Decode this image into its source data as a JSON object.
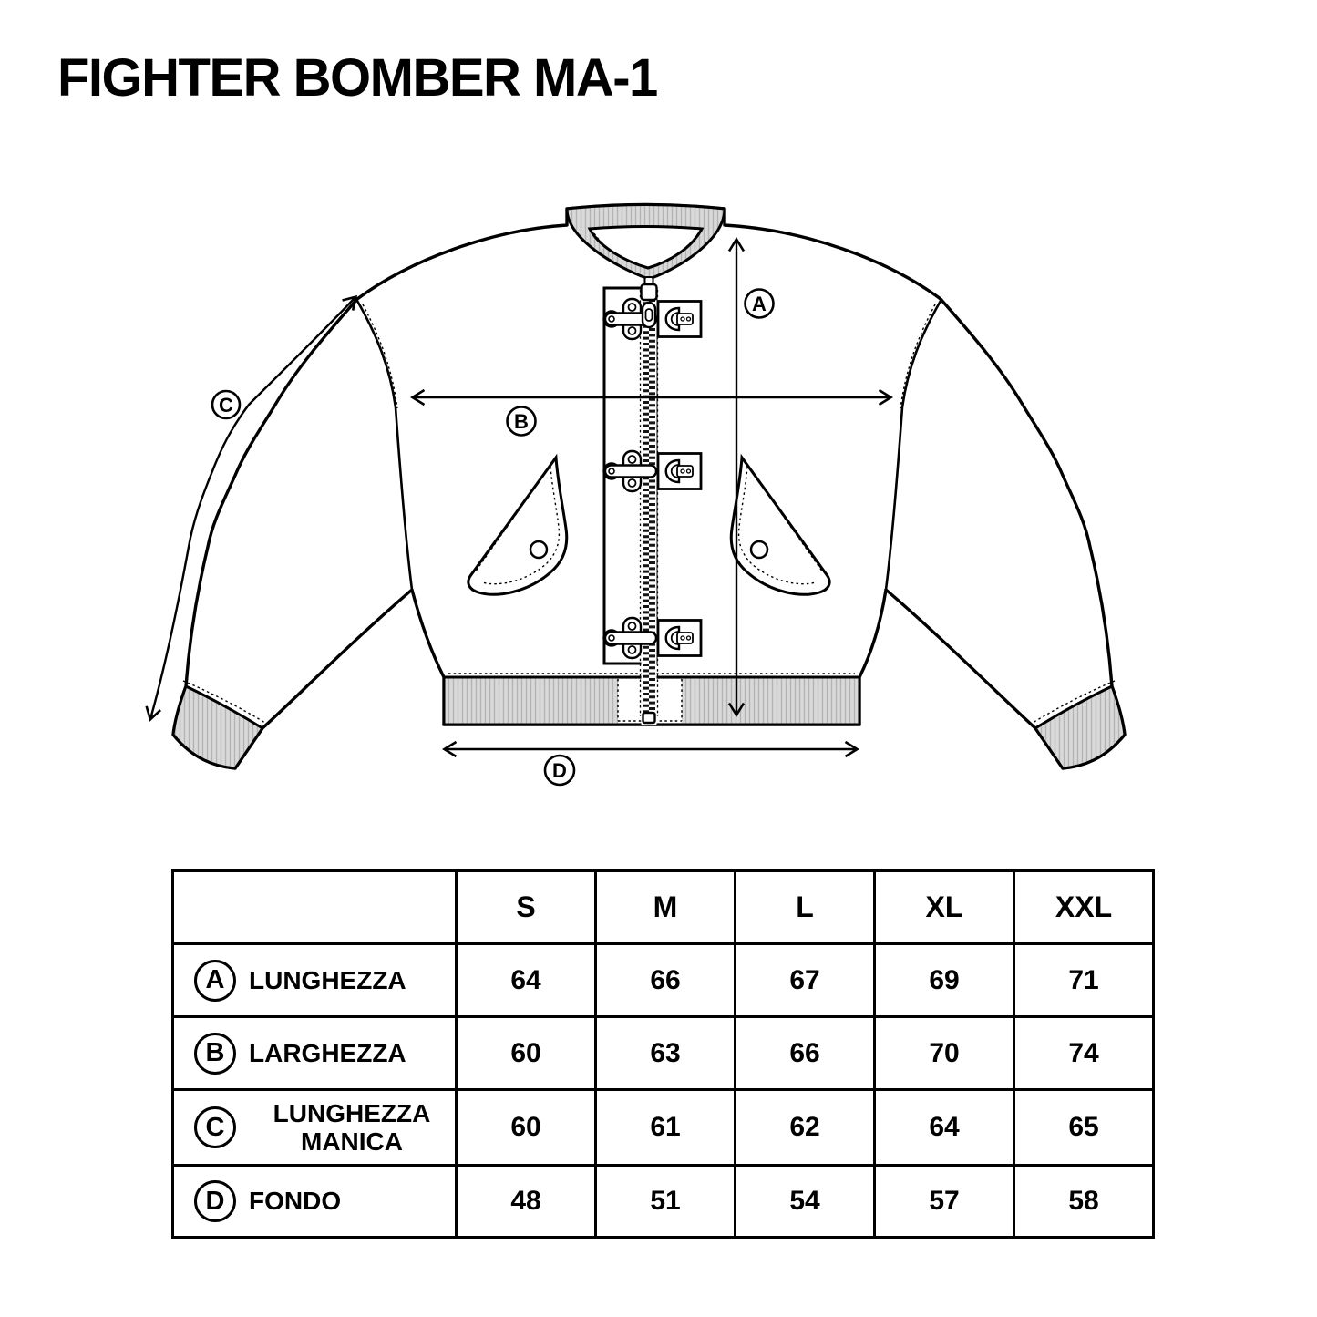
{
  "title": "FIGHTER BOMBER MA-1",
  "diagram": {
    "markers": {
      "a": "A",
      "b": "B",
      "c": "C",
      "d": "D"
    }
  },
  "table": {
    "sizes": [
      "S",
      "M",
      "L",
      "XL",
      "XXL"
    ],
    "rows": [
      {
        "letter": "A",
        "label": "LUNGHEZZA",
        "values": [
          "64",
          "66",
          "67",
          "69",
          "71"
        ]
      },
      {
        "letter": "B",
        "label": "LARGHEZZA",
        "values": [
          "60",
          "63",
          "66",
          "70",
          "74"
        ]
      },
      {
        "letter": "C",
        "label": "LUNGHEZZA MANICA",
        "values": [
          "60",
          "61",
          "62",
          "64",
          "65"
        ]
      },
      {
        "letter": "D",
        "label": "FONDO",
        "values": [
          "48",
          "51",
          "54",
          "57",
          "58"
        ]
      }
    ]
  },
  "colors": {
    "background": "#ffffff",
    "line": "#000000",
    "rib_fill": "#d9d9d9"
  }
}
